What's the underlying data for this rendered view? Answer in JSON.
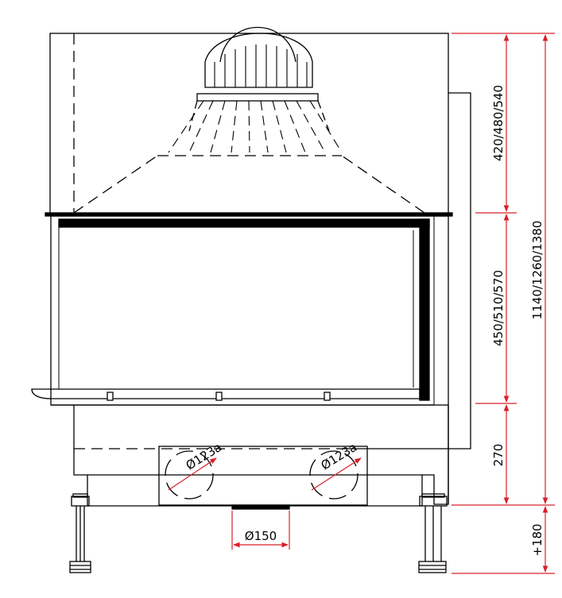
{
  "dimensions": {
    "top_section": "420/480/540",
    "middle_section": "450/510/570",
    "bottom_section": "270",
    "total_height": "1140/1260/1380",
    "legs_extension": "+180",
    "flue_diameter": "Ø150",
    "air_inlet_left": "Ø123a",
    "air_inlet_right": "Ø123a"
  },
  "colors": {
    "line": "#000000",
    "dimension": "#d8202a"
  }
}
